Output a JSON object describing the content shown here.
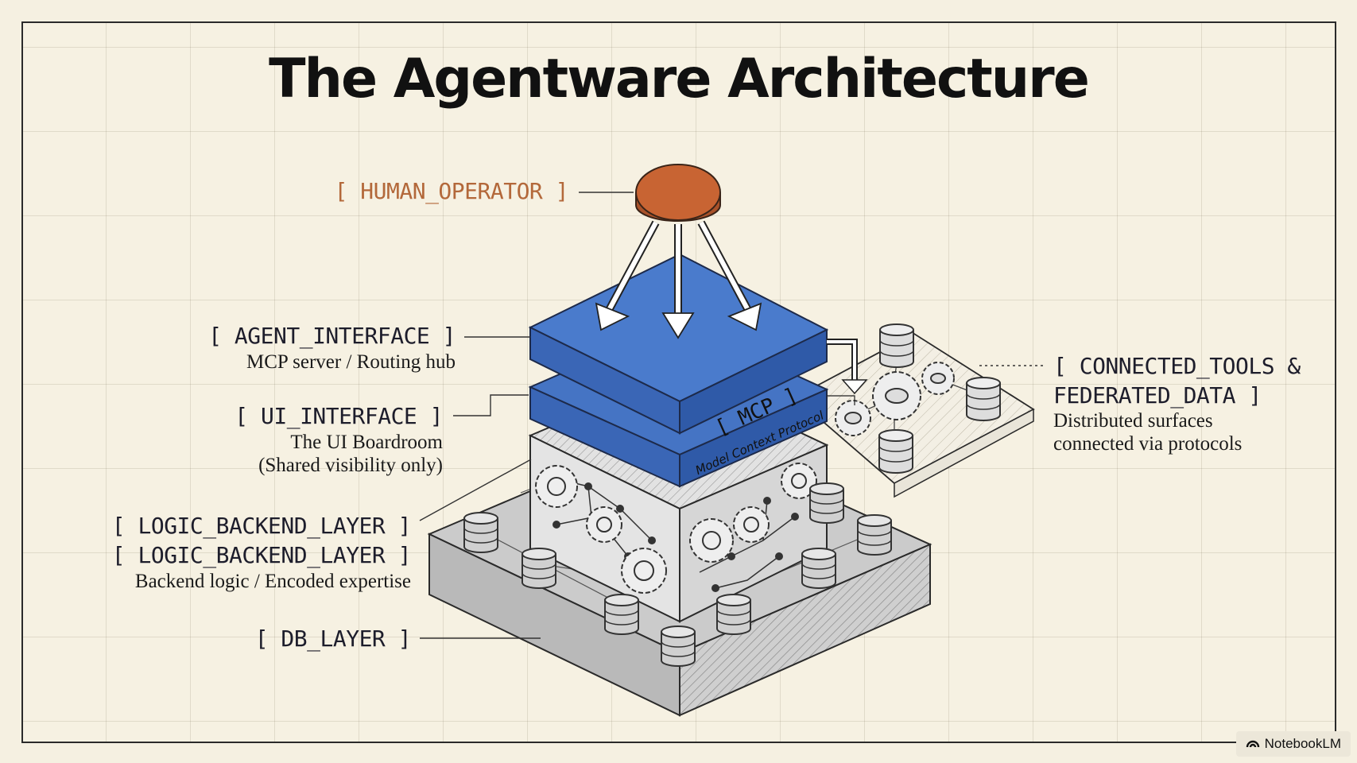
{
  "title": "The Agentware Architecture",
  "labels": {
    "human_operator": "[ HUMAN_OPERATOR ]",
    "agent_interface": "[ AGENT_INTERFACE ]",
    "agent_interface_sub": "MCP server / Routing hub",
    "ui_interface": "[ UI_INTERFACE ]",
    "ui_interface_sub1": "The UI Boardroom",
    "ui_interface_sub2": "(Shared visibility only)",
    "logic_backend_1": "[ LOGIC_BACKEND_LAYER ]",
    "logic_backend_2": "[ LOGIC_BACKEND_LAYER ]",
    "logic_backend_sub": "Backend logic / Encoded expertise",
    "db_layer": "[ DB_LAYER ]",
    "connected_tools_1": "[ CONNECTED_TOOLS &",
    "connected_tools_2": "FEDERATED_DATA ]",
    "connected_tools_sub1": "Distributed surfaces",
    "connected_tools_sub2": "connected via protocols"
  },
  "mcp": {
    "label": "[ MCP ]",
    "sublabel": "Model Context Protocol"
  },
  "badge": {
    "text": "NotebookLM",
    "icon": "notebooklm-logo-icon"
  },
  "colors": {
    "human_operator": "#c4612f",
    "blue_layer": "#3f6fc0",
    "gray_layer": "#c9c9c9",
    "background": "#f6f1e2"
  }
}
